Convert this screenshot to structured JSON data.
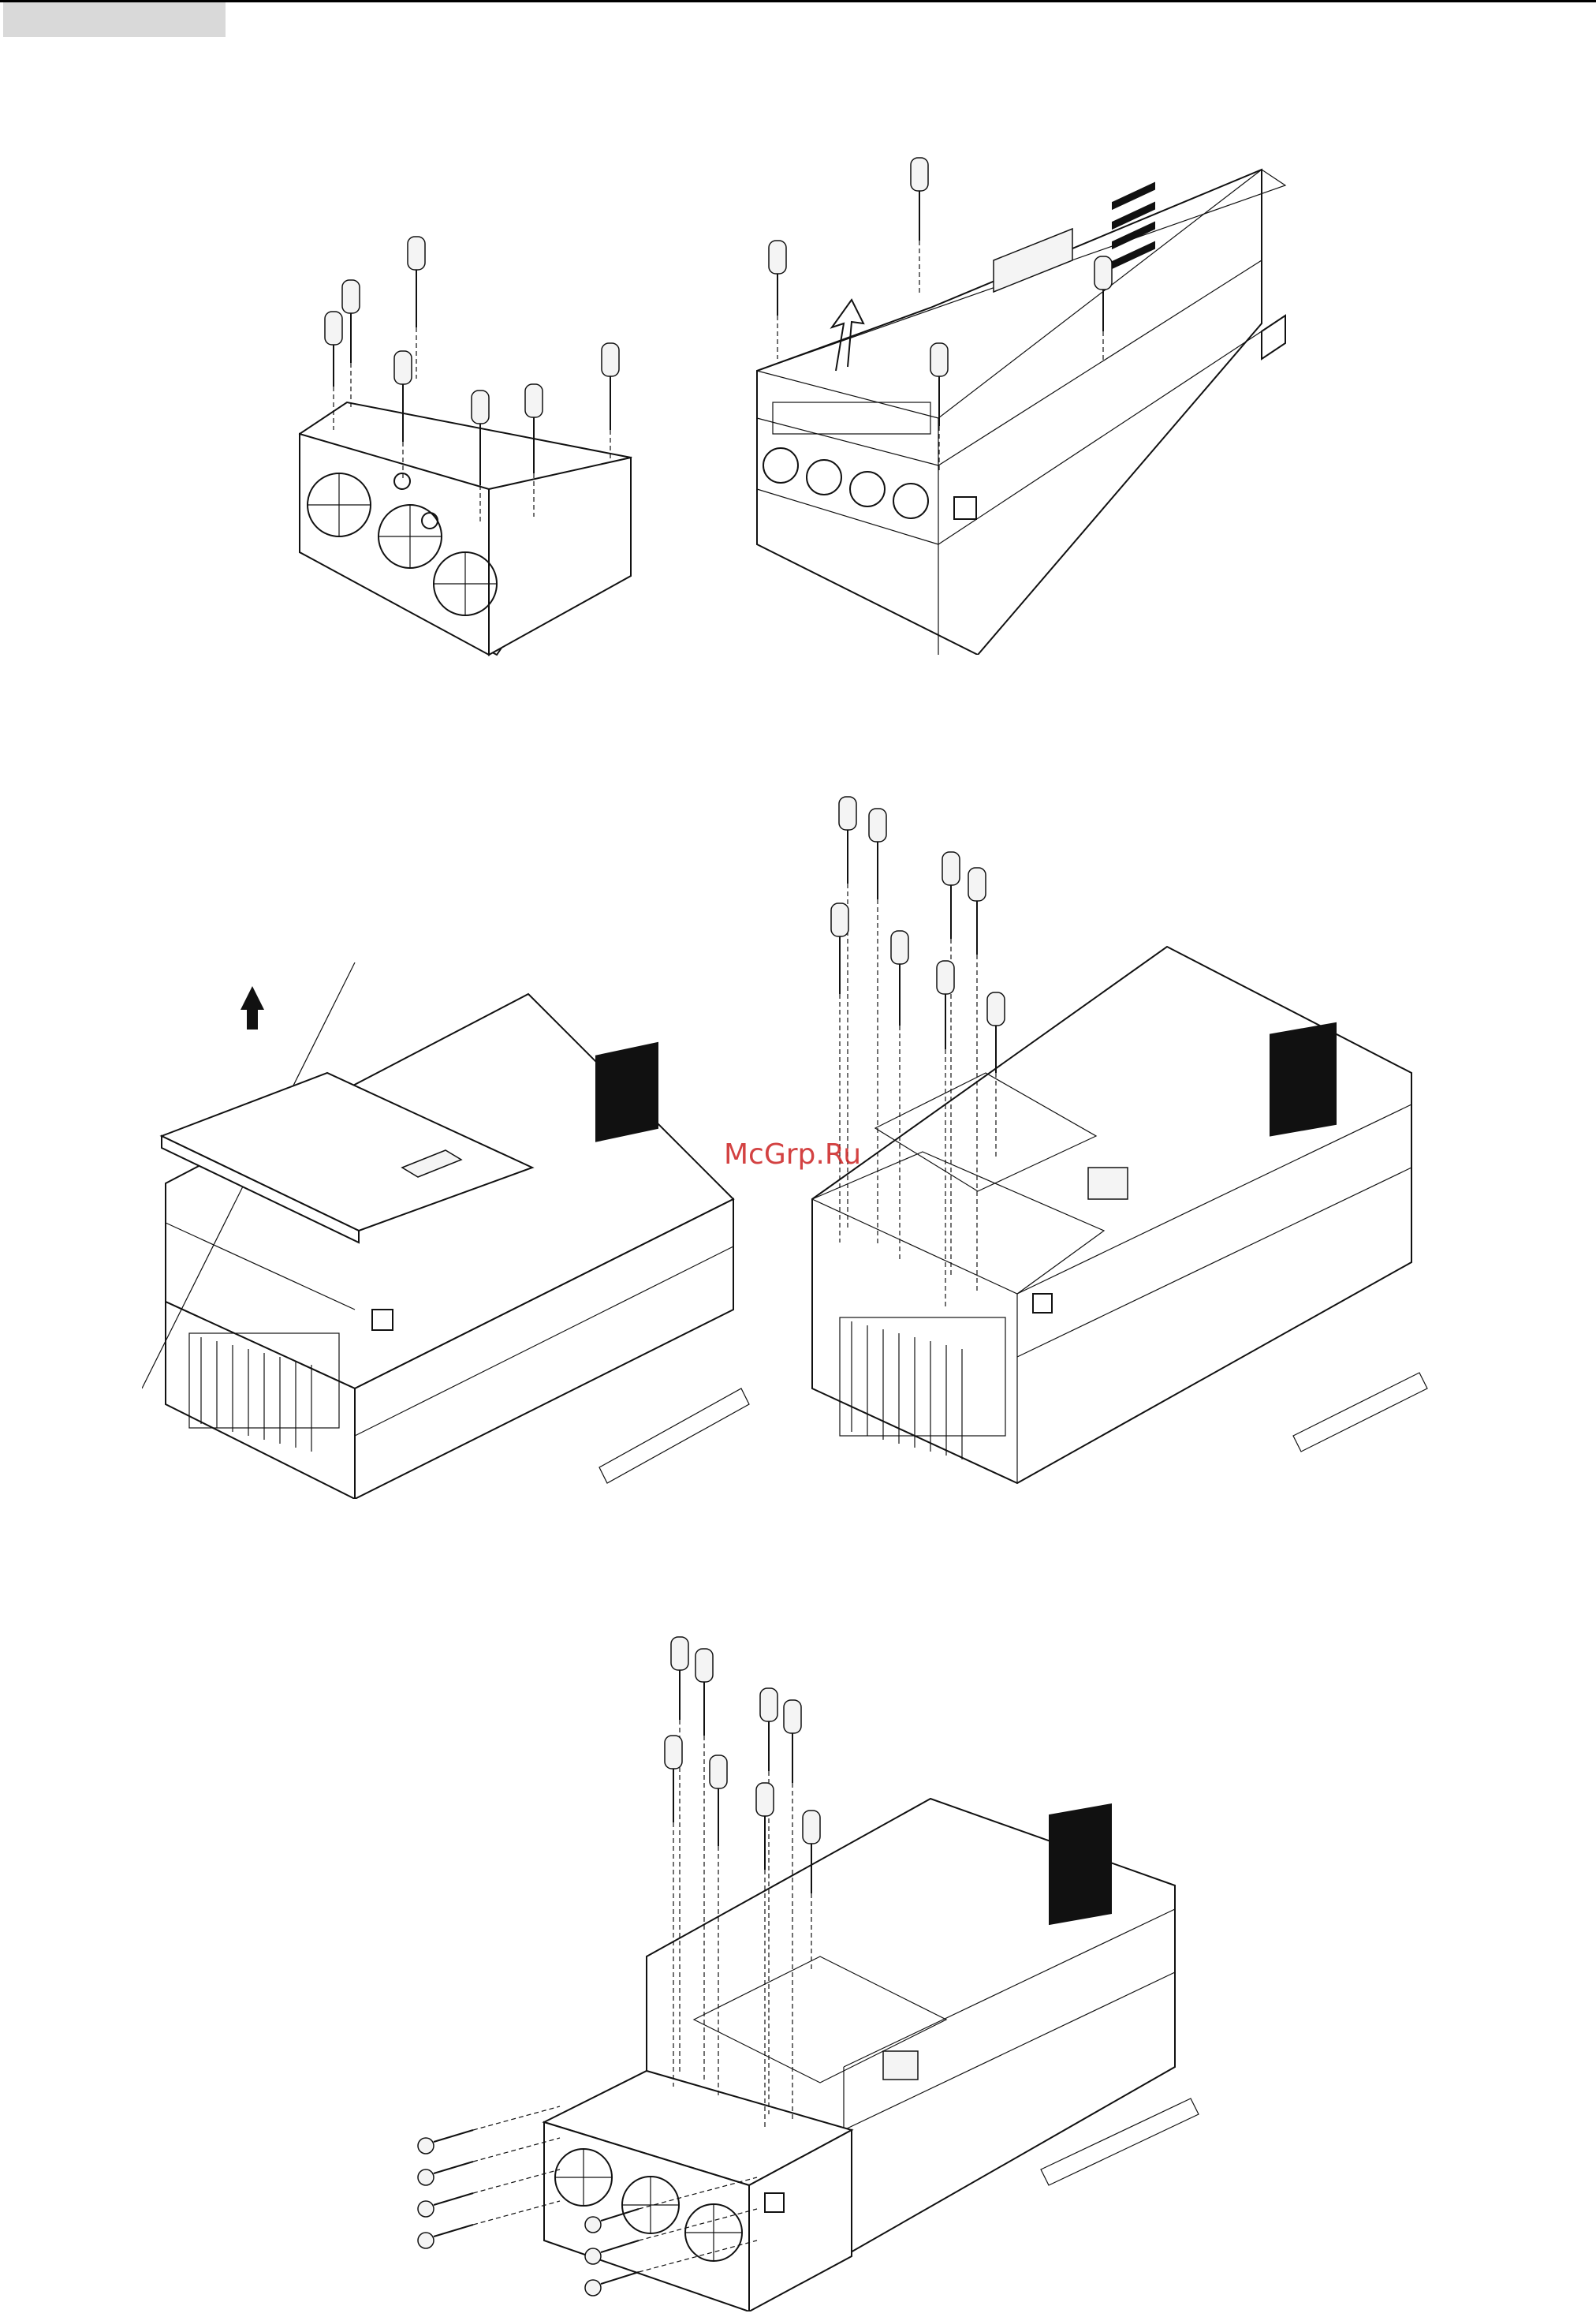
{
  "header": {
    "tab_color": "#d9d9d9",
    "rule_color": "#000000"
  },
  "watermark": {
    "text": "McGrp.Ru",
    "color": "#cc2222"
  },
  "figures": [
    {
      "name": "front-cover-removal-step",
      "icons": [
        "screwdriver-icon"
      ]
    },
    {
      "name": "top-cover-lift-step",
      "icons": [
        "screwdriver-icon",
        "arrow-up-icon"
      ]
    },
    {
      "name": "cover-lifted-off-step",
      "icons": [
        "arrow-up-icon"
      ]
    },
    {
      "name": "inner-screws-removal-step",
      "icons": [
        "screwdriver-icon"
      ]
    },
    {
      "name": "terminal-box-attach-step",
      "icons": [
        "screwdriver-icon",
        "screw-icon"
      ]
    }
  ]
}
